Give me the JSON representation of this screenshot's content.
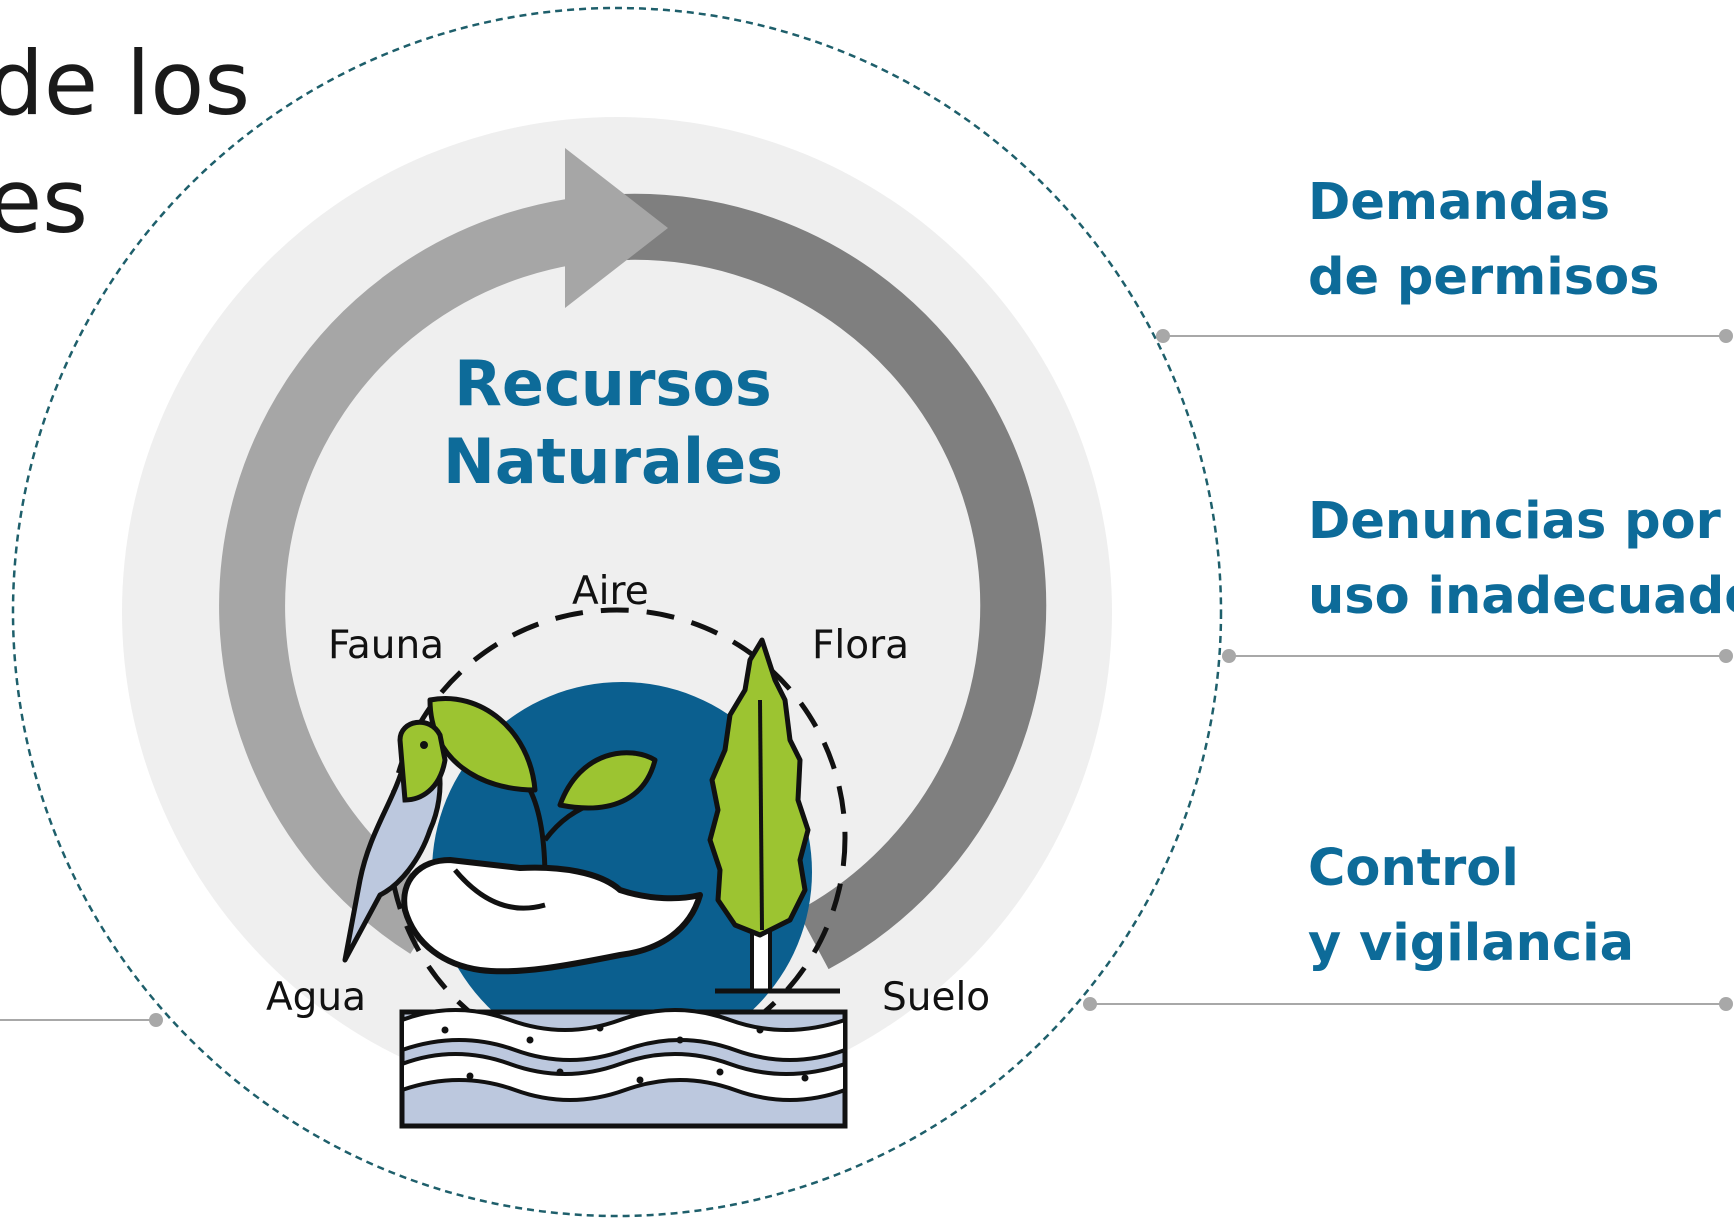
{
  "title_fragments": [
    "de los",
    "es"
  ],
  "center": {
    "title_line1": "Recursos",
    "title_line2": "Naturales"
  },
  "resources": {
    "aire": "Aire",
    "fauna": "Fauna",
    "flora": "Flora",
    "agua": "Agua",
    "suelo": "Suelo"
  },
  "actions": [
    {
      "line1": "Demandas",
      "line2": "de permisos"
    },
    {
      "line1": "Denuncias por",
      "line2": "uso inadecuado"
    },
    {
      "line1": "Control",
      "line2": "y vigilancia"
    }
  ],
  "colors": {
    "accent_blue": "#0d6b99",
    "globe_blue": "#0b5f8f",
    "leaf_green": "#9cc431",
    "arrow_light": "#a6a6a6",
    "arrow_dark": "#7f7f7f",
    "halo_gray": "#efefef",
    "outer_ring": "#1e5f6b",
    "connector_gray": "#a8a8a8",
    "water_lavender": "#bcc8de"
  }
}
